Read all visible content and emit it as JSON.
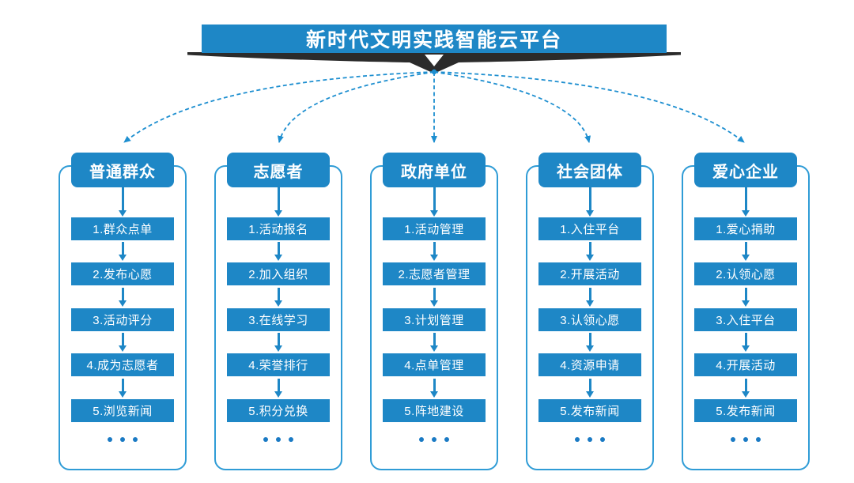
{
  "banner": {
    "title": "新时代文明实践智能云平台"
  },
  "columns": [
    {
      "title": "普通群众",
      "steps": [
        "1.群众点单",
        "2.发布心愿",
        "3.活动评分",
        "4.成为志愿者",
        "5.浏览新闻"
      ]
    },
    {
      "title": "志愿者",
      "steps": [
        "1.活动报名",
        "2.加入组织",
        "3.在线学习",
        "4.荣誉排行",
        "5.积分兑换"
      ]
    },
    {
      "title": "政府单位",
      "steps": [
        "1.活动管理",
        "2.志愿者管理",
        "3.计划管理",
        "4.点单管理",
        "5.阵地建设"
      ]
    },
    {
      "title": "社会团体",
      "steps": [
        "1.入住平台",
        "2.开展活动",
        "3.认领心愿",
        "4.资源申请",
        "5.发布新闻"
      ]
    },
    {
      "title": "爱心企业",
      "steps": [
        "1.爱心捐助",
        "2.认领心愿",
        "3.入住平台",
        "4.开展活动",
        "5.发布新闻"
      ]
    }
  ],
  "icons": {
    "banner_pointer": "white-down-triangle-icon",
    "column_more": "ellipsis-dots-icon"
  },
  "colors": {
    "primary_blue": "#1e87c6",
    "outline_blue": "#2f9cd6",
    "connector_blue": "#1e8fd0",
    "ribbon_dark": "#2b2b2b",
    "text_on_blue": "#ffffff",
    "background": "#ffffff"
  }
}
